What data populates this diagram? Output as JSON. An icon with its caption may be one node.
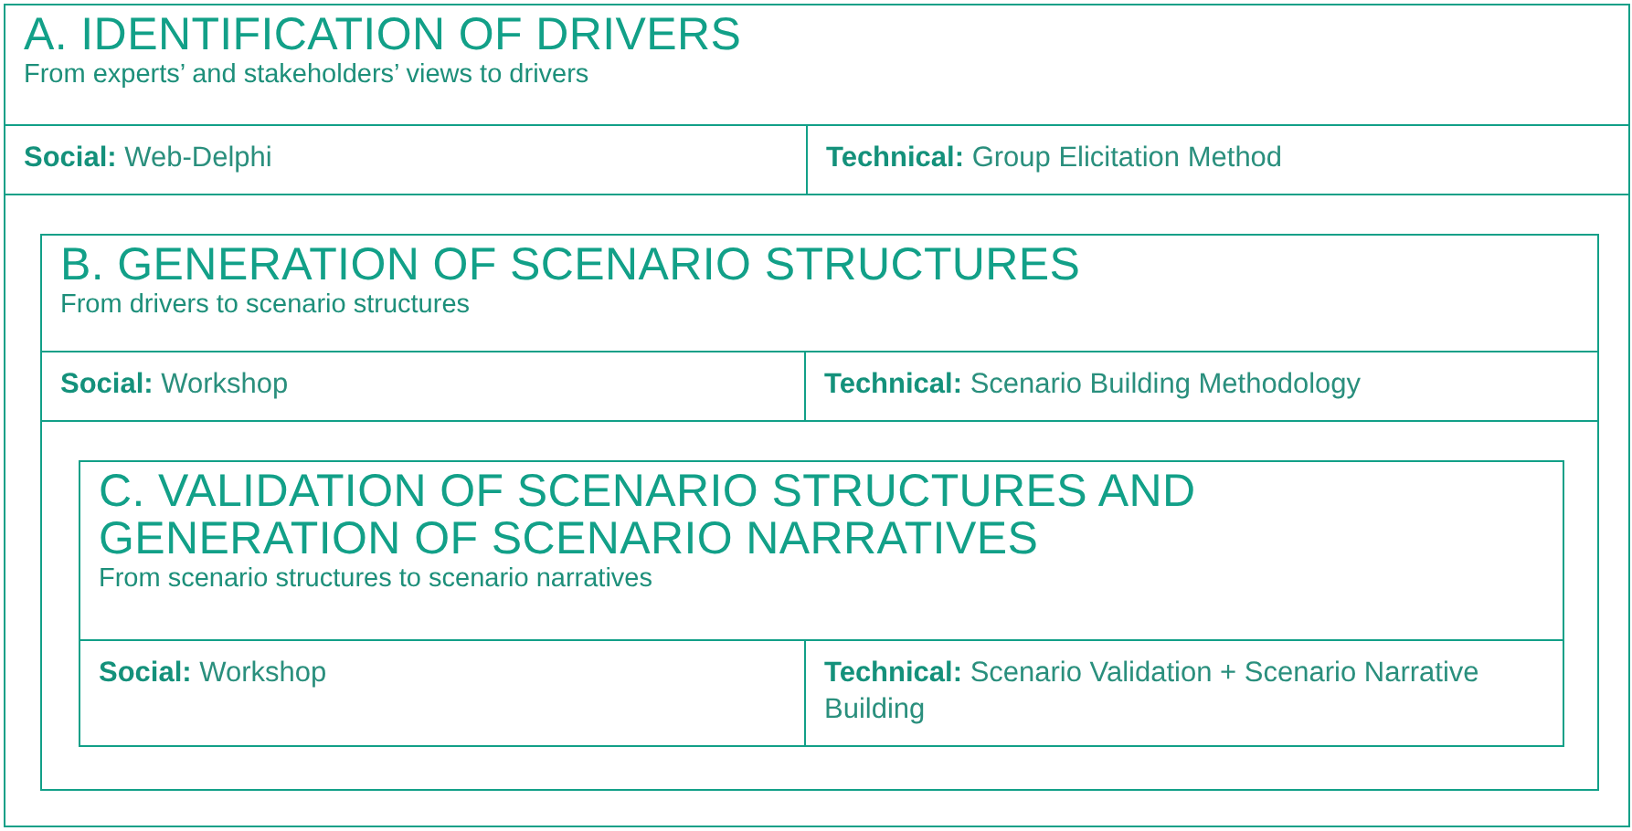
{
  "diagram": {
    "nodes": [
      {
        "text": [
          "A. IDENTIFICATION OF DRIVERS",
          "From experts’ and stakeholders’ views to drivers"
        ]
      },
      {
        "text": [
          "**Social:** Web-Delphi"
        ],
        "in": 0
      },
      {
        "text": [
          "**Technical:** Group Elicitation Method"
        ],
        "in": 0
      },
      {
        "text": [
          "B. GENERATION OF SCENARIO STRUCTURES",
          "From drivers to scenario structures"
        ],
        "in": 0
      },
      {
        "text": [
          "**Social:** Workshop"
        ],
        "in": 3
      },
      {
        "text": [
          "**Technical:** Scenario Building Methodology"
        ],
        "in": 3
      },
      {
        "text": [
          "C. VALIDATION OF SCENARIO STRUCTURES AND GENERATION OF SCENARIO NARRATIVES",
          "From scenario structures to scenario narratives"
        ],
        "in": 3
      },
      {
        "text": [
          "**Social:** Workshop"
        ],
        "in": 6
      },
      {
        "text": [
          "**Technical:** Scenario Validation + Scenario Narrative Building"
        ],
        "in": 6
      }
    ]
  }
}
